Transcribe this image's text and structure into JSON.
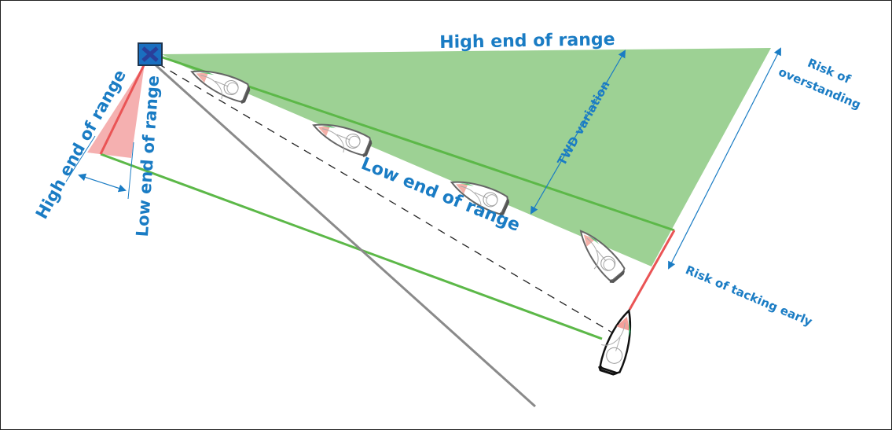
{
  "labels": {
    "top_high": "High end of range",
    "left_high": "High end of range",
    "left_low": "Low end of range",
    "mid_low": "Low end of range",
    "twd": "TWD variation",
    "overstand_1": "Risk of",
    "overstand_2": "overstanding",
    "tacking_early": "Risk of tacking early"
  },
  "icons": {
    "mark": "x-mark-buoy-icon",
    "boat": "sailboat-icon"
  },
  "colors": {
    "label": "#1a7cc4",
    "green_fill": "#9dd194",
    "green_line": "#5cb848",
    "red_fill": "#f5b0b0",
    "red_line": "#ea5455",
    "course_line": "#8a8a8a",
    "mark": "#1a6fc0"
  }
}
